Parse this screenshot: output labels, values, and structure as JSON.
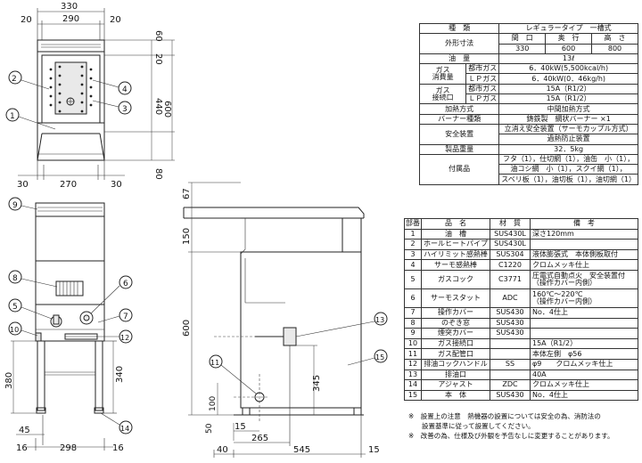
{
  "front_dims": {
    "width_total": "330",
    "left_margin": "20",
    "inner_width": "290",
    "right_margin": "20",
    "top_offset": "60",
    "second_offset": "20",
    "tank_height": "440",
    "total_height": "600",
    "bottom_offset": "80",
    "bottom_left": "30",
    "bottom_inner": "270",
    "bottom_right": "30"
  },
  "stand_dims": {
    "h380": "380",
    "h340": "340",
    "w45": "45",
    "w16a": "16",
    "w298": "298",
    "w16b": "16"
  },
  "side_dims": {
    "h67": "67",
    "h150": "150",
    "h600": "600",
    "h345": "345",
    "h100": "100",
    "h50": "50",
    "w15a": "15",
    "w265": "265",
    "w40": "40",
    "w545": "545",
    "w15b": "15"
  },
  "callouts": [
    "1",
    "2",
    "3",
    "4",
    "5",
    "6",
    "7",
    "8",
    "9",
    "10",
    "11",
    "12",
    "13",
    "14",
    "15"
  ],
  "spec": {
    "header": [
      "種　類",
      "レギュラータイプ　一槽式"
    ],
    "size_label": "外形寸法",
    "size_heads": [
      "間　口",
      "奥　行",
      "高　さ"
    ],
    "size_vals": [
      "330",
      "600",
      "800"
    ],
    "oil_label": "油　量",
    "oil_val": "13ℓ",
    "gas_consumption_label": [
      "ガス",
      "消費量"
    ],
    "gas_type_city": "都市ガス",
    "gas_type_lp": "ＬＰガス",
    "consumption_city": "6．40kW(5,500kcal/h)",
    "consumption_lp": "6．40kW(0．46kg/h)",
    "gas_connection_label": [
      "ガス",
      "接続口"
    ],
    "connection_city": "15A（R1/2）",
    "connection_lp": "15A（R1/2）",
    "heating_label": "加熱方式",
    "heating_val": "中間加熱方式",
    "burner_label": "バーナー種類",
    "burner_val": "鋳鉄製　網状バーナー ×1",
    "safety_label": "安全装置",
    "safety_val_1": "立消え安全装置（サーモカップル方式）",
    "safety_val_2": "過熱防止装置",
    "weight_label": "製品重量",
    "weight_val": "32．5kg",
    "acc_label": "付属品",
    "acc_1": "フタ（1），仕切網（1），油缶　小（1），",
    "acc_2": "油コシ網　小（1），スクイ網（1），",
    "acc_3": "スベリ板（1），油切板（1），油切網（1）"
  },
  "parts": {
    "headers": [
      "部番",
      "品　名",
      "材　質",
      "備　考"
    ],
    "rows": [
      [
        "1",
        "油　槽",
        "SUS430L",
        "深さ120mm"
      ],
      [
        "2",
        "ホールヒートパイプ",
        "SUS430L",
        ""
      ],
      [
        "3",
        "ハイリミット感熱棒",
        "SUS304",
        "液体膨張式　本体側板取付"
      ],
      [
        "4",
        "サーモ感熱棒",
        "C1220",
        "クロムメッキ仕上"
      ],
      [
        "5",
        "ガスコック",
        "C3771",
        "圧電式自動点火　安全装置付|（操作カバー内側）"
      ],
      [
        "6",
        "サーモスタット",
        "ADC",
        "160℃〜220℃|（操作カバー内側）"
      ],
      [
        "7",
        "操作カバー",
        "SUS430",
        "No．4仕上"
      ],
      [
        "8",
        "のぞき窓",
        "SUS430",
        ""
      ],
      [
        "9",
        "煙突カバー",
        "SUS430",
        ""
      ],
      [
        "10",
        "ガス接続口",
        "",
        "15A（R1/2）"
      ],
      [
        "11",
        "ガス配管口",
        "",
        "本体左側　φ56"
      ],
      [
        "12",
        "排油コックハンドル",
        "SS",
        "φ9　　クロムメッキ仕上"
      ],
      [
        "13",
        "排油口",
        "",
        "40A"
      ],
      [
        "14",
        "アジャスト",
        "ZDC",
        "クロムメッキ仕上"
      ],
      [
        "15",
        "本　体",
        "SUS430",
        "No．4仕上"
      ]
    ]
  },
  "notes": {
    "mark_1": "※",
    "line_1": "設置上の注意　熱機器の設置については安全の為、消防法の",
    "line_1b": "設置基準に従って設置してください。",
    "mark_2": "※",
    "line_2": "改善の為、仕様及び外観を予告なしに変更することがあります。"
  }
}
